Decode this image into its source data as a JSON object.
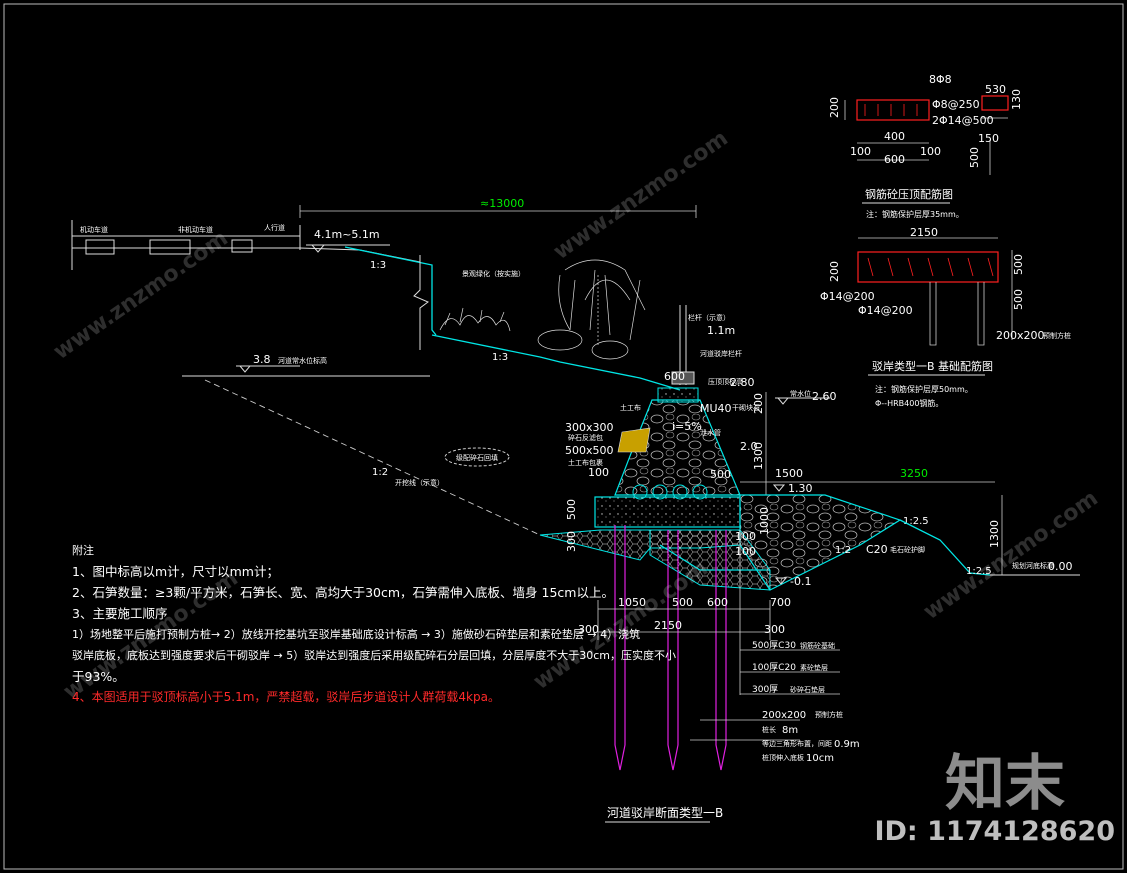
{
  "section_title": "河道驳岸断面类型一B",
  "dims": {
    "top_width": "≈13000",
    "elev_left": "4.1m~5.1m",
    "elev_water": "3.8",
    "elev_280": "2.80",
    "elev_260": "2.60",
    "elev_130": "1.30",
    "elev_000": "0.00",
    "elev_m01": "-0.1",
    "d600": "600",
    "d200": "200",
    "d1300": "1300",
    "d1500": "1500",
    "d3250": "3250",
    "d100a": "100",
    "d100b": "100",
    "d500": "500",
    "d1000": "1000",
    "d1050": "1050",
    "d500b": "500",
    "d600b": "600",
    "d700": "700",
    "d2150": "2150",
    "d300l": "300",
    "d300r": "300",
    "d1300r": "1300",
    "d100c": "100",
    "slope_13a": "1:3",
    "slope_13b": "1:3",
    "slope_12": "1:2",
    "slope_125a": "1:2.5",
    "slope_125b": "1:2.5",
    "slope_12b": "1:2",
    "i5": "i=5%",
    "d11m": "1.1m",
    "mu40": "MU40",
    "c20": "C20",
    "d300x300": "300x300",
    "d500x500": "500x500",
    "d20": "2.0",
    "d100d": "100",
    "d500l": "500",
    "d300v": "300"
  },
  "layers": {
    "l1": "500厚C30",
    "l2": "100厚C20",
    "l3": "300厚"
  },
  "pile_labels": {
    "size": "200x200",
    "len": "8m",
    "spacing": "0.9m",
    "embed": "10cm"
  },
  "detail_top": {
    "title": "钢筋砼压顶配筋图",
    "note": "注：钢筋保护层厚35mm。",
    "d8a": "8Φ8",
    "d200": "200",
    "d8b": "Φ8@250",
    "d14": "2Φ14@500",
    "d400": "400",
    "d100l": "100",
    "d600": "600",
    "d100r": "100",
    "d530": "530",
    "d130": "130",
    "d150": "150",
    "d500": "500"
  },
  "detail_base": {
    "title": "驳岸类型一B 基础配筋图",
    "note1": "注：钢筋保护层厚50mm。",
    "note2": "Φ--HRB400钢筋。",
    "d2150": "2150",
    "d200": "200",
    "d500a": "500",
    "d500b": "500",
    "d14a": "Φ14@200",
    "d14b": "Φ14@200",
    "pile": "200x200"
  },
  "notes": {
    "heading": "附注",
    "n1": "1、图中标高以m计，尺寸以mm计；",
    "n2": "2、石笋数量：≥3颗/平方米，石笋长、宽、高均大于30cm，石笋需伸入底板、墙身 15cm以上。",
    "n3": "3、主要施工顺序",
    "n3a": "1）场地整平后施打预制方桩→ 2）放线开挖基坑至驳岸基础底设计标高 → 3）施做砂石碎垫层和素砼垫层 → 4）浇筑",
    "n3b": "驳岸底板，底板达到强度要求后干砌驳岸 → 5）驳岸达到强度后采用级配碎石分层回填，分层厚度不大于30cm，压实度不小",
    "n3c": "于93%。",
    "n4": "4、本图适用于驳顶标高小于5.1m，严禁超载，驳岸后步道设计人群荷载4kpa。"
  },
  "watermark": {
    "brand": "知末",
    "id": "ID: 1174128620",
    "repeat": "www.znzmo.com"
  },
  "colors": {
    "cyan": "#00e5e5",
    "red": "#ff2020",
    "magenta": "#e020e0",
    "green": "#00ee00",
    "white": "#ffffff"
  }
}
